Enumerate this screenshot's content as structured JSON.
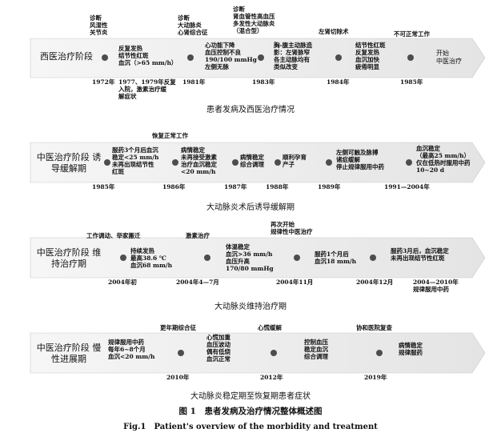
{
  "rows": [
    {
      "phase": "西医治疗阶段",
      "caption": "患者发病及西医治疗情况",
      "events": [
        {
          "year": "1972年",
          "above": "诊断\n风湿性\n关节炎",
          "below": ""
        },
        {
          "year": "",
          "above": "",
          "below": "反复发热\n结节性红斑\n血沉（>65 mm/h）"
        },
        {
          "year": "1977、1979年反复\n入院，激素治疗缓\n解症状",
          "above": "",
          "below": ""
        },
        {
          "year": "1981年",
          "above": "诊断\n大动脉炎\n心肾综合征",
          "below": ""
        },
        {
          "year": "",
          "above": "",
          "below": "心功能下降\n血压控制不良\n190/100 mmHg\n左侧无脉"
        },
        {
          "year": "1983年",
          "above": "诊断\n肾血管性高血压\n多发性大动脉炎\n（混合型）",
          "below": ""
        },
        {
          "year": "",
          "above": "",
          "below": "胸-腹主动脉造\n影：左肾脉窄\n各主动脉均有\n类似改变"
        },
        {
          "year": "1984年",
          "above": "左肾切除术",
          "below": ""
        },
        {
          "year": "",
          "above": "",
          "below": "结节性红斑\n反复发热\n血沉加快\n疲倦明显"
        },
        {
          "year": "1985年",
          "above": "不可正常工作",
          "below": ""
        }
      ],
      "arrow_text": "开始\n中医治疗"
    },
    {
      "phase": "中医治疗阶段\n诱导缓解期",
      "caption": "大动脉炎术后诱导缓解期",
      "events": [
        {
          "year": "1985年",
          "above": "",
          "below": "服药3个月后血沉\n稳定<25 mm/h\n未再出现结节性\n红斑"
        },
        {
          "year": "1986年",
          "above": "恢复正常工作",
          "below": "病情稳定\n未再接受激素\n治疗血沉稳定\n<20 mm/h"
        },
        {
          "year": "1987年",
          "above": "",
          "below": "病情稳定\n综合调理"
        },
        {
          "year": "1988年",
          "above": "",
          "below": "顺利孕育\n产子"
        },
        {
          "year": "1989年",
          "above": "",
          "below": "左侧可触及脉搏\n诸症缓解\n停止规律服用中药"
        },
        {
          "year": "1991—2004年",
          "above": "",
          "below": "血沉稳定\n（最高25 mm/h）\n仅在低热时服用中药\n10~20 d"
        }
      ],
      "arrow_text": ""
    },
    {
      "phase": "中医治疗阶段\n维持治疗期",
      "caption": "大动脉炎维持治疗期",
      "events": [
        {
          "year": "2004年初",
          "above": "工作调动、举家搬迁",
          "below": "持续发热\n最高38.6 ℃\n血沉68 mm/h"
        },
        {
          "year": "2004年4—7月",
          "above": "激素治疗",
          "below": ""
        },
        {
          "year": "",
          "above": "",
          "below": "体温稳定\n血沉>36 mm/h\n血压升高\n170/80 mmHg"
        },
        {
          "year": "2004年11月",
          "above": "再次开始\n规律性中医治疗",
          "below": ""
        },
        {
          "year": "",
          "above": "",
          "below": "服药1个月后\n血沉18 mm/h"
        },
        {
          "year": "2004年12月",
          "above": "",
          "below": ""
        },
        {
          "year": "2004—2010年\n规律服用中药",
          "above": "",
          "below": "服药3月后，血沉稳定\n未再出现结节性红斑"
        }
      ],
      "arrow_text": ""
    },
    {
      "phase": "中医治疗阶段\n慢性进展期",
      "caption": "大动脉炎稳定期至恢复期患者症状",
      "events": [
        {
          "year": "",
          "above": "",
          "below": "规律服用中药\n每年6~8个月\n血沉<20 mm/h"
        },
        {
          "year": "2010年",
          "above": "更年期综合征",
          "below": ""
        },
        {
          "year": "",
          "above": "",
          "below": "心慌加重\n血压波动\n偶有低烧\n血沉正常"
        },
        {
          "year": "2012年",
          "above": "心慌缓解",
          "below": ""
        },
        {
          "year": "",
          "above": "",
          "below": "控制血压\n稳定血沉\n综合调理"
        },
        {
          "year": "2019年",
          "above": "协和医院复查",
          "below": ""
        },
        {
          "year": "",
          "above": "",
          "below": "病情稳定\n规律服药"
        }
      ],
      "arrow_text": ""
    }
  ],
  "figure_title": "图 1　患者发病及治疗情况整体概述图",
  "figure_title_en": "Fig.1　Patient's overview of the morbidity and treatment"
}
